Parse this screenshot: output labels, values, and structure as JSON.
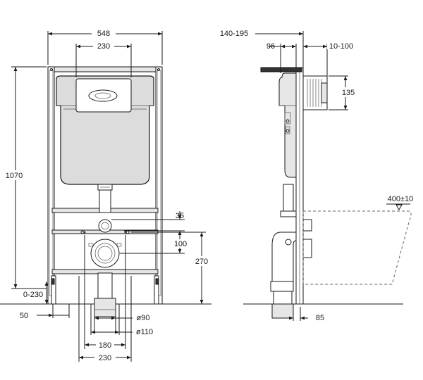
{
  "front_view": {
    "width_overall": "548",
    "width_plate": "230",
    "height_overall": "1070",
    "dim_35": "35",
    "dim_100": "100",
    "dim_270": "270",
    "leg_adjust": "0-230",
    "leg_offset": "50",
    "pipe_d90": "ø90",
    "pipe_d110": "ø110",
    "bolt_spacing": "180",
    "bottom_width": "230"
  },
  "side_view": {
    "depth_range": "140-195",
    "depth_96": "96",
    "depth_range2": "10-100",
    "height_135": "135",
    "bowl_height": "400±10",
    "dim_85": "85"
  }
}
